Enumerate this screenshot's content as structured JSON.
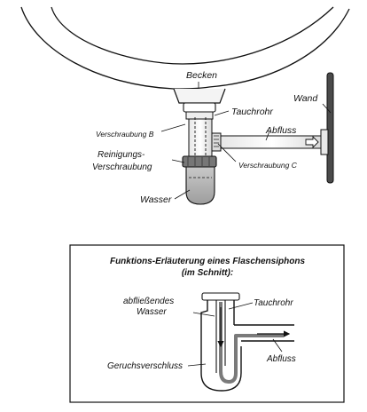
{
  "upper_diagram": {
    "labels": {
      "becken": "Becken",
      "wand": "Wand",
      "tauchrohr": "Tauchrohr",
      "abfluss": "Abfluss",
      "verschraubung_b": "Verschraubung B",
      "reinigungs_line1": "Reinigungs-",
      "reinigungs_line2": "Verschraubung",
      "verschraubung_c": "Verschraubung C",
      "wasser": "Wasser"
    }
  },
  "lower_panel": {
    "title_line1": "Funktions-Erläuterung eines Flaschensiphons",
    "title_line2": "(im Schnitt):",
    "labels": {
      "abfliessendes_line1": "abfließendes",
      "abfliessendes_line2": "Wasser",
      "tauchrohr": "Tauchrohr",
      "abfluss": "Abfluss",
      "geruchsverschluss": "Geruchsverschluss"
    }
  }
}
